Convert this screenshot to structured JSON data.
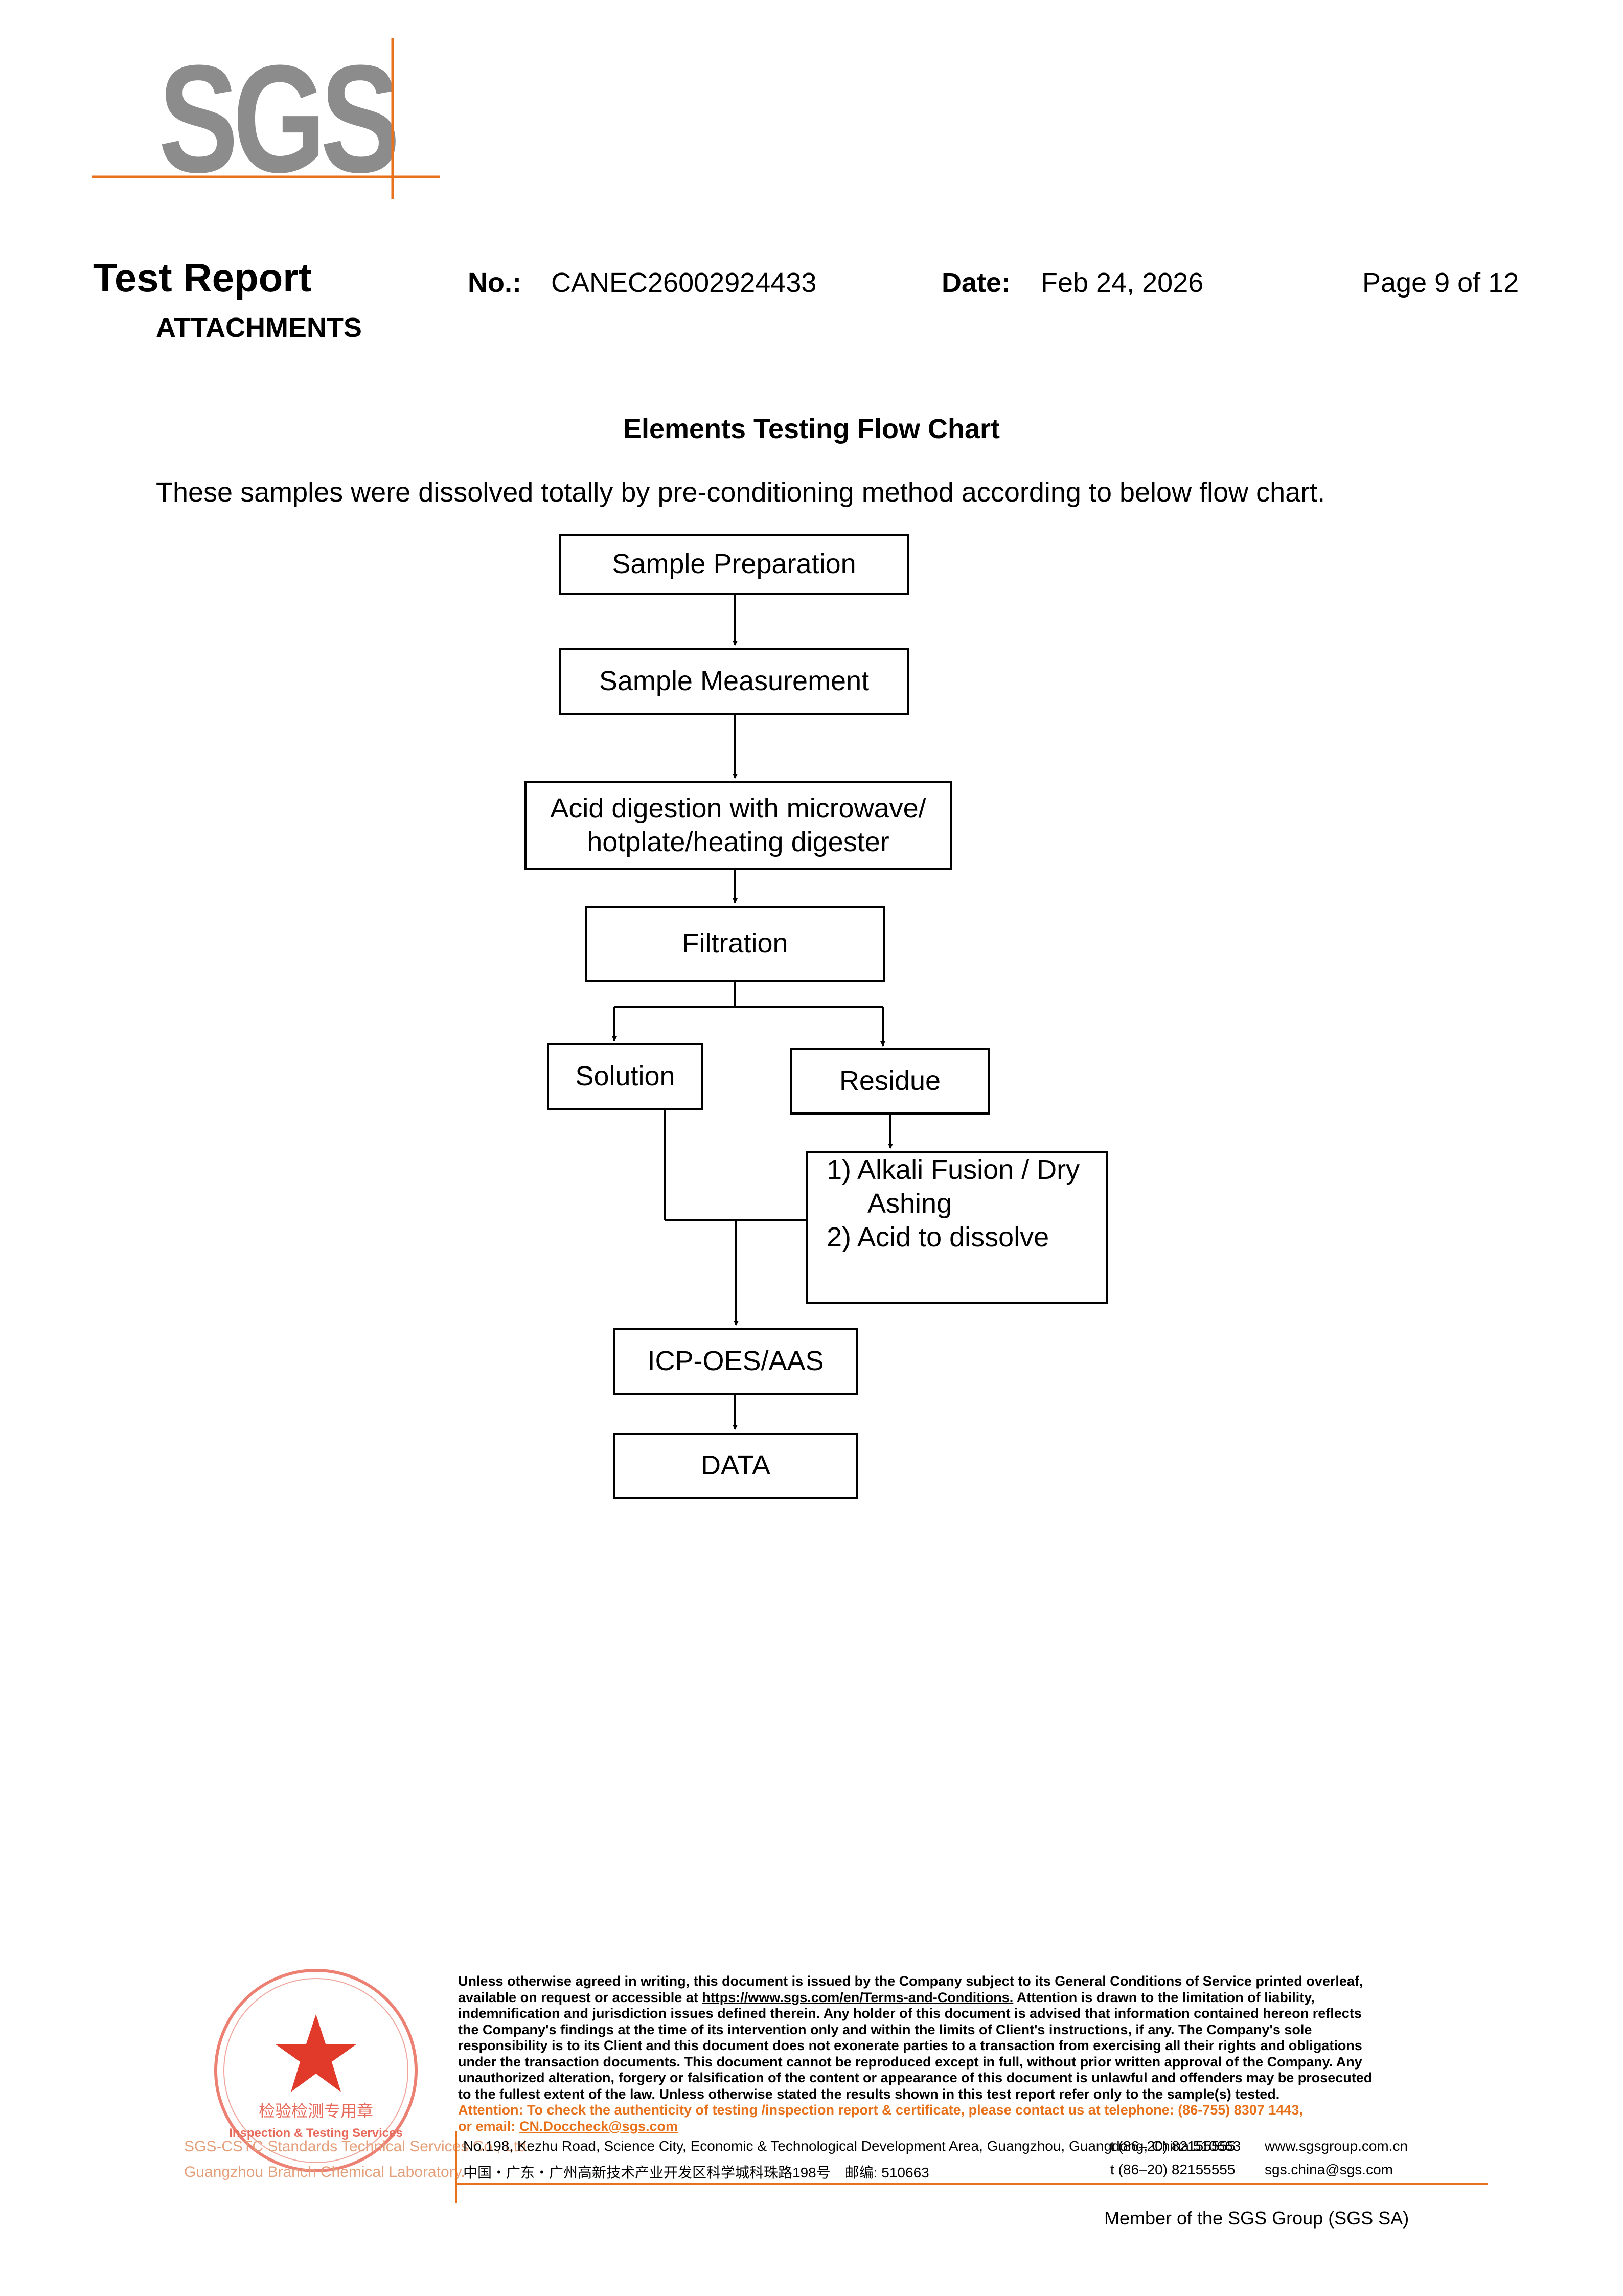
{
  "logo": {
    "text": "SGS"
  },
  "header": {
    "title": "Test Report",
    "subtitle": "ATTACHMENTS",
    "no_label": "No.:",
    "no_value": "CANEC26002924433",
    "date_label": "Date:",
    "date_value": "Feb 24, 2026",
    "page": "Page 9 of 12"
  },
  "section_title": "Elements Testing Flow Chart",
  "intro": "These samples were dissolved totally by pre-conditioning method according to below flow chart.",
  "flow": {
    "prep": "Sample Preparation",
    "measure": "Sample Measurement",
    "acid_1": "Acid digestion with microwave/",
    "acid_2": "hotplate/heating digester",
    "filtration": "Filtration",
    "solution": "Solution",
    "residue": "Residue",
    "step1a": "1) Alkali Fusion / Dry",
    "step1b": "Ashing",
    "step2": "2) Acid to dissolve",
    "icp": "ICP-OES/AAS",
    "data": "DATA"
  },
  "footer": {
    "disclaimer_1": "Unless otherwise agreed in writing, this document is issued by the Company subject to its General Conditions of Service printed overleaf,",
    "disclaimer_2a": "available on request or accessible at ",
    "disclaimer_2_link": "https://www.sgs.com/en/Terms-and-Conditions.",
    "disclaimer_2b": " Attention is drawn to the limitation of liability,",
    "disclaimer_3": "indemnification and jurisdiction issues defined therein. Any holder of this document is advised that information contained hereon reflects",
    "disclaimer_4": "the Company's findings at the time of its intervention only and within the limits of Client's instructions, if any. The Company's sole",
    "disclaimer_5": "responsibility is to its Client and this document does not exonerate parties to a transaction from exercising all their rights and obligations",
    "disclaimer_6": "under the transaction documents. This document cannot be reproduced except in full, without prior written approval of the Company. Any",
    "disclaimer_7": "unauthorized alteration, forgery or falsification of the content or appearance of this document is unlawful and offenders may be prosecuted",
    "disclaimer_8": "to the fullest extent of the law. Unless otherwise stated the results shown in this test report refer only to the sample(s) tested.",
    "attention_1": "Attention: To check the authenticity of testing /inspection report & certificate, please contact us at telephone: (86-755) 8307 1443,",
    "attention_2a": "or email: ",
    "attention_email": "CN.Doccheck@sgs.com",
    "address_en": "No.198, Kezhu Road, Science City, Economic & Technological Development Area, Guangzhou, Guangdong, China 510663",
    "address_cn": "中国・广东・广州高新技术产业开发区科学城科珠路198号　邮编: 510663",
    "phone_1": "t (86–20) 82155555",
    "phone_2": "t (86–20) 82155555",
    "web": "www.sgsgroup.com.cn",
    "email": "sgs.china@sgs.com",
    "member": "Member of the SGS Group (SGS SA)",
    "company_en_1": "SGS-CSTC Standards Technical Services Co., Ltd.",
    "company_en_2": "Guangzhou Branch Chemical Laboratory.",
    "stamp_cn": "检验检测专用章",
    "stamp_en": "Inspection & Testing Services"
  },
  "colors": {
    "accent": "#e8721c",
    "logo_gray": "#8c8c8c"
  }
}
